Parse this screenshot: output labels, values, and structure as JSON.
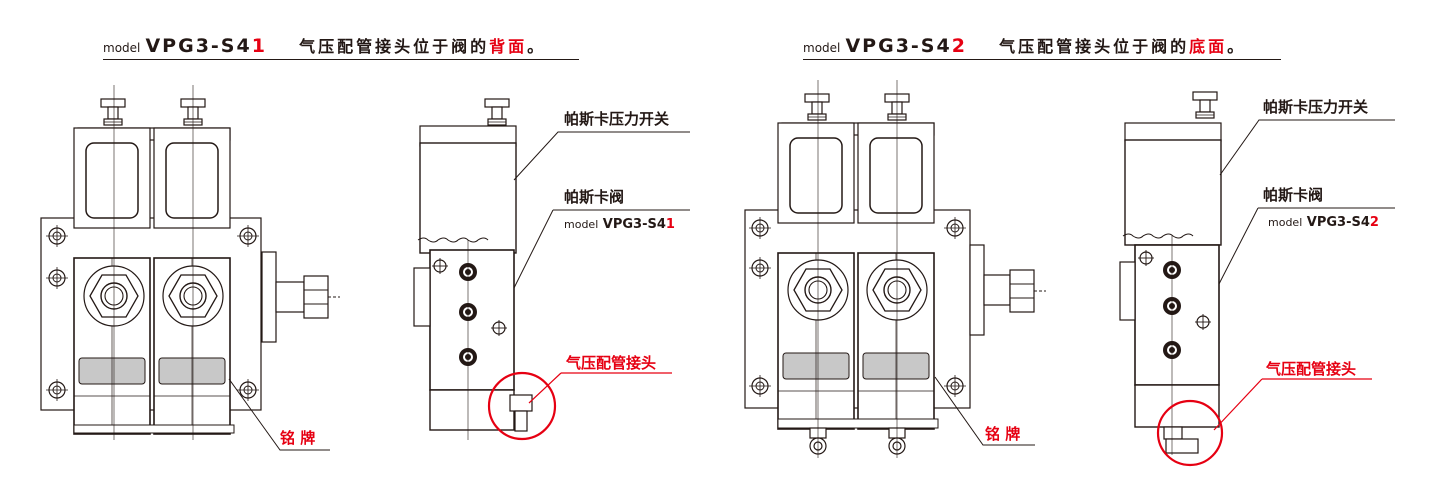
{
  "colors": {
    "red": "#e60012",
    "ink": "#231815",
    "plate": "#c8c8c8"
  },
  "left": {
    "title": {
      "model_prefix": "model",
      "model_base": "VPG3-S4",
      "model_digit": "1",
      "desc_main": "气压配管接头位于阀的",
      "desc_red": "背面",
      "desc_end": "。"
    },
    "label_switch": "帕斯卡压力开关",
    "label_valve": "帕斯卡阀",
    "label_model_prefix": "model",
    "label_model_base": "VPG3-S4",
    "label_model_digit": "1",
    "label_fitting": "气压配管接头",
    "label_nameplate": "铭 牌"
  },
  "right": {
    "title": {
      "model_prefix": "model",
      "model_base": "VPG3-S4",
      "model_digit": "2",
      "desc_main": "气压配管接头位于阀的",
      "desc_red": "底面",
      "desc_end": "。"
    },
    "label_switch": "帕斯卡压力开关",
    "label_valve": "帕斯卡阀",
    "label_model_prefix": "model",
    "label_model_base": "VPG3-S4",
    "label_model_digit": "2",
    "label_fitting": "气压配管接头",
    "label_nameplate": "铭 牌"
  }
}
